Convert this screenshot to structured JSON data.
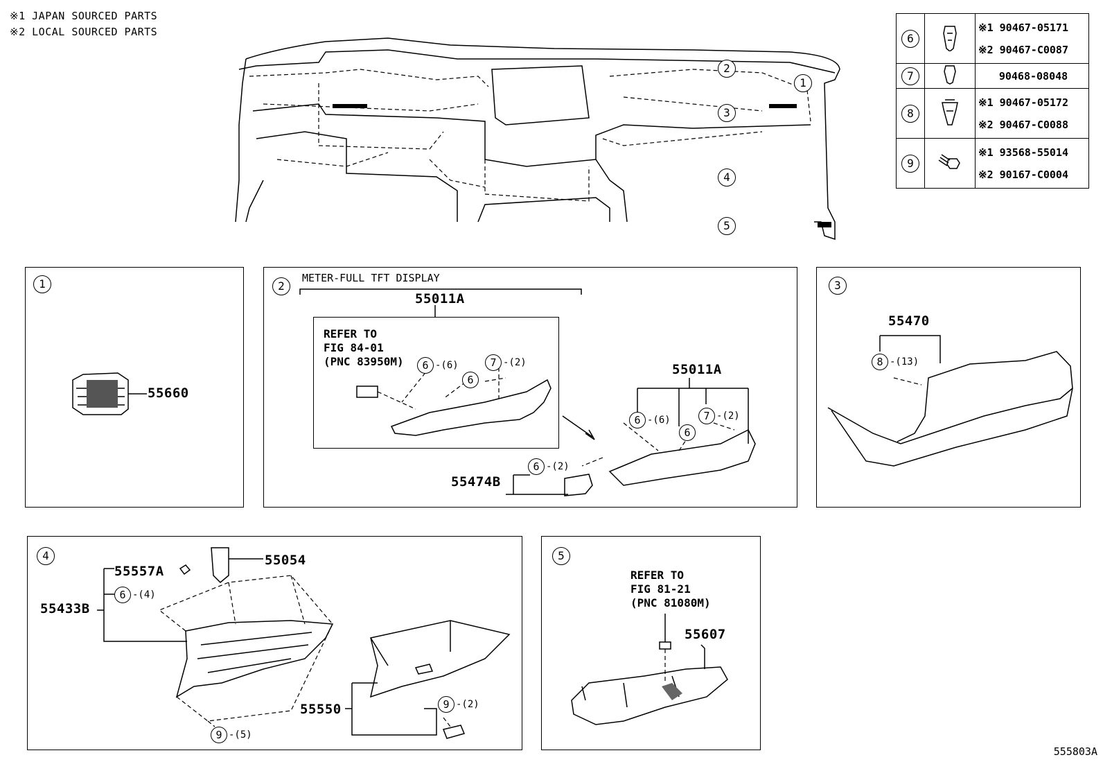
{
  "notes": {
    "japan": "※1 JAPAN SOURCED PARTS",
    "local": "※2 LOCAL SOURCED PARTS"
  },
  "overview_callouts": [
    "1",
    "2",
    "3",
    "4",
    "5"
  ],
  "fasteners": [
    {
      "ref": "6",
      "parts": [
        "※1 90467-05171",
        "※2 90467-C0087"
      ],
      "icon": "clip-icon"
    },
    {
      "ref": "7",
      "parts": [
        "90468-08048"
      ],
      "icon": "clip-icon"
    },
    {
      "ref": "8",
      "parts": [
        "※1 90467-05172",
        "※2 90467-C0088"
      ],
      "icon": "clip-icon"
    },
    {
      "ref": "9",
      "parts": [
        "※1 93568-55014",
        "※2 90167-C0004"
      ],
      "icon": "screw-icon"
    }
  ],
  "panel1": {
    "num": "1",
    "part": "55660"
  },
  "panel2": {
    "num": "2",
    "title": "METER-FULL TFT DISPLAY",
    "top_part": "55011A",
    "refer": [
      "REFER TO",
      "FIG 84-01",
      "(PNC 83950M)"
    ],
    "right_part": "55011A",
    "bottom_part": "55474B",
    "qty6a": "-(6)",
    "qty7a": "-(2)",
    "qty6b": "-(6)",
    "qty7b": "-(2)",
    "qty6c": "-(2)"
  },
  "panel3": {
    "num": "3",
    "part": "55470",
    "qty8": "-(13)"
  },
  "panel4": {
    "num": "4",
    "p55557": "55557A",
    "p55054": "55054",
    "p55433": "55433B",
    "p55550": "55550",
    "qty6": "-(4)",
    "qty9a": "-(2)",
    "qty9b": "-(5)"
  },
  "panel5": {
    "num": "5",
    "refer": [
      "REFER TO",
      "FIG 81-21",
      "(PNC 81080M)"
    ],
    "part": "55607"
  },
  "figure_id": "555803A"
}
